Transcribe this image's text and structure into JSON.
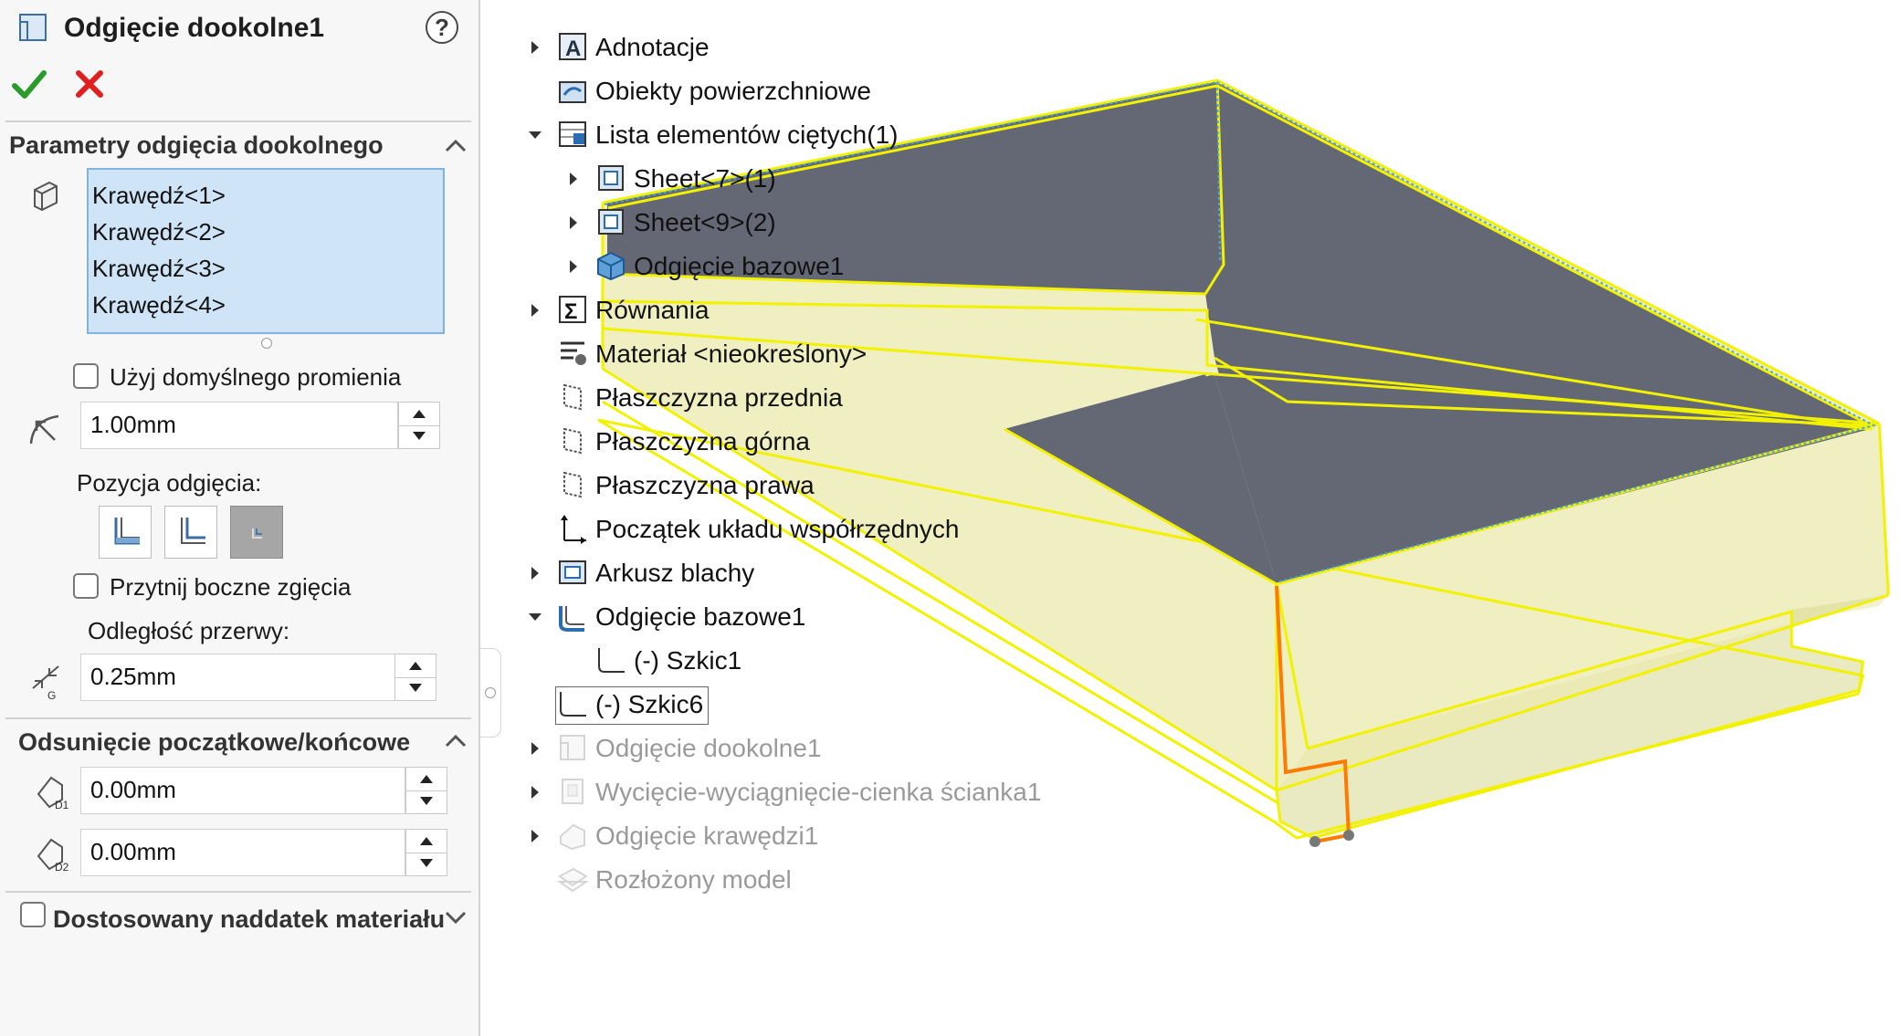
{
  "property_manager": {
    "title": "Odgięcie dookolne1",
    "help_label": "?",
    "section_params": {
      "title": "Parametry odgięcia dookolnego",
      "edges": [
        "Krawędź<1>",
        "Krawędź<2>",
        "Krawędź<3>",
        "Krawędź<4>"
      ],
      "use_default_radius_label": "Użyj domyślnego promienia",
      "use_default_radius_checked": false,
      "radius_value": "1.00mm",
      "position_label": "Pozycja odgięcia:",
      "trim_side_bends_label": "Przytnij boczne zgięcia",
      "trim_side_bends_checked": false,
      "gap_distance_label": "Odległość przerwy:",
      "gap_value": "0.25mm"
    },
    "section_offset": {
      "title": "Odsunięcie początkowe/końcowe",
      "start_offset_value": "0.00mm",
      "end_offset_value": "0.00mm"
    },
    "section_custom_allowance": {
      "title": "Dostosowany naddatek materiału",
      "checked": false
    }
  },
  "feature_tree": {
    "items": [
      {
        "label": "Adnotacje",
        "icon": "annotations-icon",
        "expander": "closed",
        "indent": 0,
        "suppressed": false
      },
      {
        "label": "Obiekty powierzchniowe",
        "icon": "surface-bodies-icon",
        "expander": "none",
        "indent": 0,
        "suppressed": false
      },
      {
        "label": "Lista elementów ciętych(1)",
        "icon": "cut-list-icon",
        "expander": "open",
        "indent": 0,
        "suppressed": false
      },
      {
        "label": "Sheet<7>(1)",
        "icon": "sheet-icon",
        "expander": "closed",
        "indent": 1,
        "suppressed": false
      },
      {
        "label": "Sheet<9>(2)",
        "icon": "sheet-icon",
        "expander": "closed",
        "indent": 1,
        "suppressed": false
      },
      {
        "label": "Odgięcie bazowe1",
        "icon": "solid-body-icon",
        "expander": "closed",
        "indent": 1,
        "suppressed": false
      },
      {
        "label": "Równania",
        "icon": "equations-icon",
        "expander": "closed",
        "indent": 0,
        "suppressed": false
      },
      {
        "label": "Materiał <nieokreślony>",
        "icon": "material-icon",
        "expander": "none",
        "indent": 0,
        "suppressed": false
      },
      {
        "label": "Płaszczyzna przednia",
        "icon": "plane-icon",
        "expander": "none",
        "indent": 0,
        "suppressed": false
      },
      {
        "label": "Płaszczyzna górna",
        "icon": "plane-icon",
        "expander": "none",
        "indent": 0,
        "suppressed": false
      },
      {
        "label": "Płaszczyzna prawa",
        "icon": "plane-icon",
        "expander": "none",
        "indent": 0,
        "suppressed": false
      },
      {
        "label": "Początek układu współrzędnych",
        "icon": "origin-icon",
        "expander": "none",
        "indent": 0,
        "suppressed": false
      },
      {
        "label": "Arkusz blachy",
        "icon": "sheet-metal-icon",
        "expander": "closed",
        "indent": 0,
        "suppressed": false
      },
      {
        "label": "Odgięcie bazowe1",
        "icon": "base-flange-icon",
        "expander": "open",
        "indent": 0,
        "suppressed": false
      },
      {
        "label": "(-) Szkic1",
        "icon": "sketch-icon",
        "expander": "none",
        "indent": 1,
        "suppressed": false
      },
      {
        "label": "(-) Szkic6",
        "icon": "sketch-icon",
        "expander": "none",
        "indent": 0,
        "suppressed": false,
        "selected": true
      },
      {
        "label": "Odgięcie dookolne1",
        "icon": "miter-flange-icon",
        "expander": "closed",
        "indent": 0,
        "suppressed": true
      },
      {
        "label": "Wycięcie-wyciągnięcie-cienka ścianka1",
        "icon": "cut-extrude-icon",
        "expander": "closed",
        "indent": 0,
        "suppressed": true
      },
      {
        "label": "Odgięcie krawędzi1",
        "icon": "edge-flange-icon",
        "expander": "closed",
        "indent": 0,
        "suppressed": true
      },
      {
        "label": "Rozłożony model",
        "icon": "flat-pattern-icon",
        "expander": "none",
        "indent": 0,
        "suppressed": true
      }
    ]
  },
  "colors": {
    "accent_selection": "#cfe5f7",
    "preview_yellow": "#f2f200",
    "face_dark": "#646874",
    "sketch_orange": "#ff7a00",
    "ok_green": "#2a9a2a",
    "cancel_red": "#e02020"
  }
}
